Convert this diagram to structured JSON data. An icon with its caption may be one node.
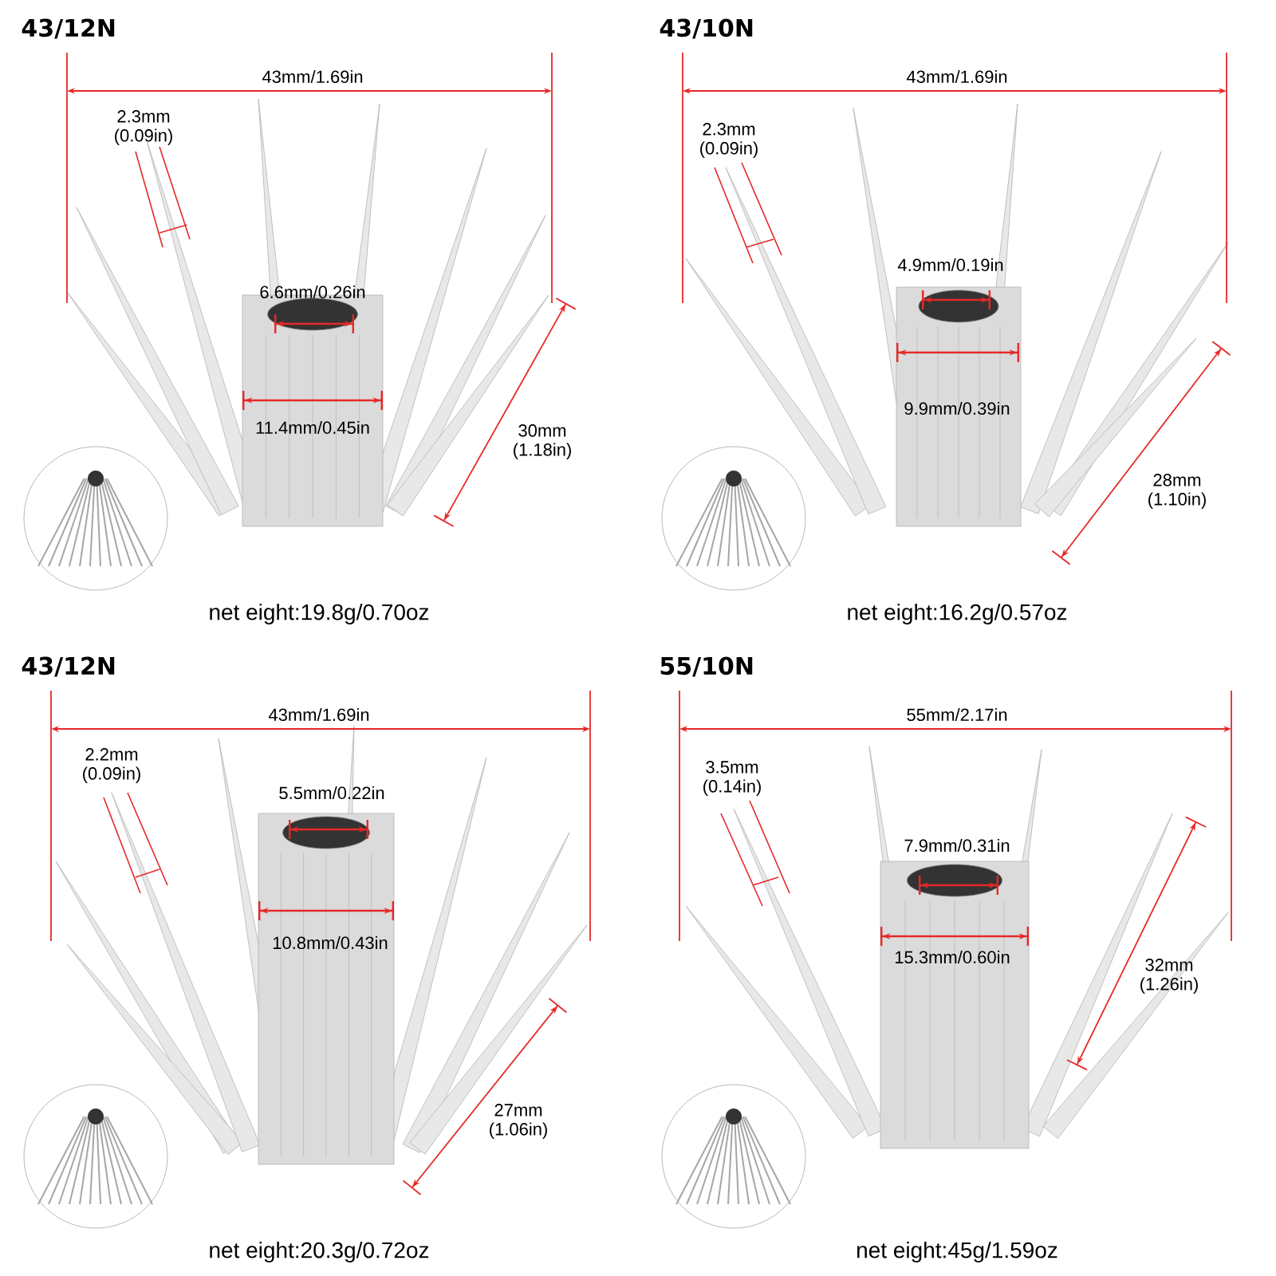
{
  "diagram": {
    "labels": [
      "43/12N",
      "43mm/1.69in",
      "2.3mm (0.09in)",
      "6.6mm/0.26in",
      "11.4mm/0.45in",
      "30mm (1.18in)",
      "net eight:19.8g/0.70oz",
      "43/10N",
      "43mm/1.69in",
      "2.3mm (0.09in)",
      "4.9mm/0.19in",
      "9.9mm/0.39in",
      "28mm (1.10in)",
      "net eight:16.2g/0.57oz",
      "43/12N",
      "43mm/1.69in",
      "2.2mm (0.09in)",
      "5.5mm/0.22in",
      "10.8mm/0.43in",
      "27mm (1.06in)",
      "net eight:20.3g/0.72oz",
      "55/10N",
      "55mm/2.17in",
      "3.5mm (0.14in)",
      "7.9mm/0.31in",
      "15.3mm/0.60in",
      "32mm (1.26in)",
      "net eight:45g/1.59oz"
    ]
  }
}
